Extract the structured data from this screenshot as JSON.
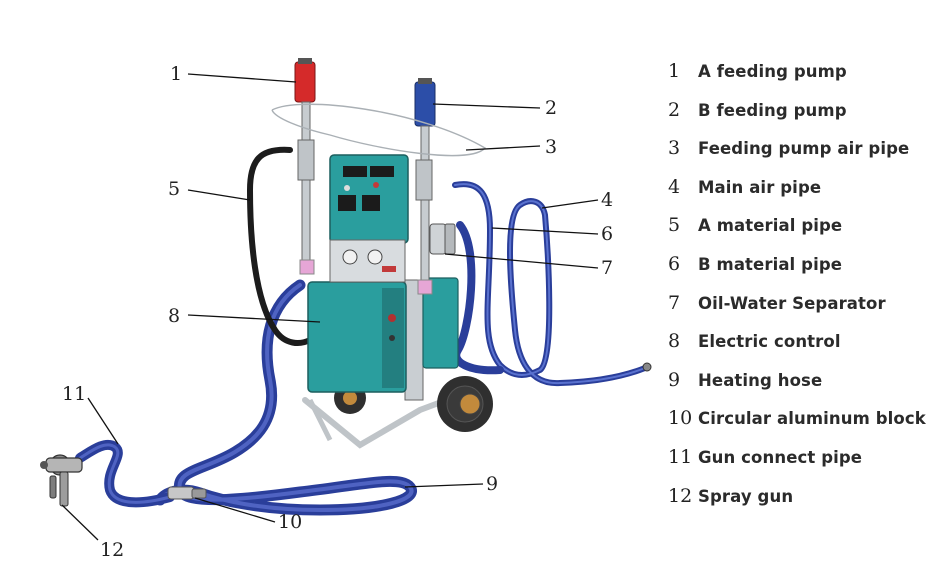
{
  "legend": [
    {
      "num": "1",
      "label": "A feeding pump"
    },
    {
      "num": "2",
      "label": "B feeding pump"
    },
    {
      "num": "3",
      "label": "Feeding pump air pipe"
    },
    {
      "num": "4",
      "label": "Main air pipe"
    },
    {
      "num": "5",
      "label": "A material pipe"
    },
    {
      "num": "6",
      "label": "B material pipe"
    },
    {
      "num": "7",
      "label": "Oil-Water Separator"
    },
    {
      "num": "8",
      "label": "Electric control"
    },
    {
      "num": "9",
      "label": "Heating hose"
    },
    {
      "num": "10",
      "label": "Circular aluminum block"
    },
    {
      "num": "11",
      "label": "Gun connect pipe"
    },
    {
      "num": "12",
      "label": "Spray gun"
    }
  ],
  "colors": {
    "machine_body": "#2a9e9e",
    "hose_blue": "#2a3e9a",
    "pump_a_red": "#d52a2a",
    "pump_b_blue": "#2c4ea8",
    "a_material_pipe": "#1c1c1c"
  },
  "icons": [
    "machine-frame",
    "spray-gun"
  ]
}
